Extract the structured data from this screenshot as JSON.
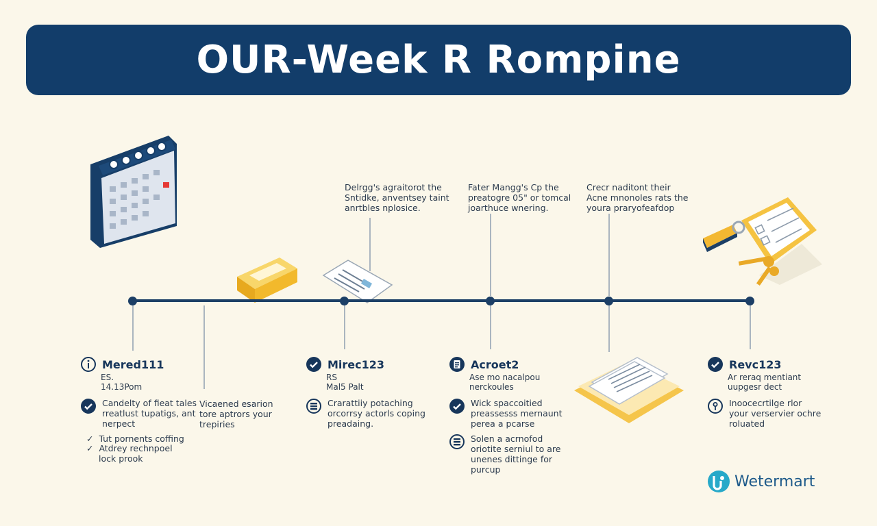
{
  "title": "OUR-Week R Rompine",
  "top_notes": [
    {
      "lines": [
        "Delrgg's agraitorot the",
        "Sntidke, anventsey taint",
        "anrtbles nplosice."
      ]
    },
    {
      "lines": [
        "Fater Mangg's Cp the",
        "preatogre 05\" or tomcal",
        "joarthuce wnering."
      ]
    },
    {
      "lines": [
        "Crecr naditont their",
        "Acne mnonoles rats the",
        "youra praryofeafdop"
      ]
    }
  ],
  "columns": [
    {
      "heading": "Mered111",
      "icon": "info-icon",
      "sub": [
        "ES.",
        "14.13Pom"
      ],
      "items": [
        {
          "icon": "check-circle-icon",
          "lines": [
            "Candelty of fieat tales",
            "rreatlust tupatigs, ant",
            "nerpect"
          ]
        }
      ],
      "ticks": [
        {
          "lines": [
            "Tut pornents coffing"
          ]
        },
        {
          "lines": [
            "Atdrey rechnpoel",
            "lock prook"
          ]
        }
      ]
    },
    {
      "heading": "",
      "icon": "",
      "sub": [],
      "items": [
        {
          "icon": "",
          "lines": [
            "Vicaened esarion",
            "tore aptrors your",
            "trepiries"
          ]
        }
      ],
      "ticks": []
    },
    {
      "heading": "Mirec123",
      "icon": "check-circle-icon",
      "sub": [
        "RS",
        "Mal5 Palt"
      ],
      "items": [
        {
          "icon": "stack-circle-icon",
          "lines": [
            "Crarattiiy potaching",
            "orcorrsy actorls coping",
            "preadaing."
          ]
        }
      ],
      "ticks": []
    },
    {
      "heading": "Acroet2",
      "icon": "document-circle-icon",
      "sub": [
        "Ase mo nacalpou",
        "nerckoules"
      ],
      "items": [
        {
          "icon": "check-circle-icon",
          "lines": [
            "Wick spaccoitied",
            "preassesss mernaunt",
            "perea a pcarse"
          ]
        },
        {
          "icon": "stack-circle-icon",
          "lines": [
            "Solen a acrnofod",
            "oriotite serniul to are",
            "unenes dittinge for",
            "purcup"
          ]
        }
      ],
      "ticks": []
    },
    {
      "heading": "Revc123",
      "icon": "check-circle-icon",
      "sub": [
        "Ar reraq mentiant",
        "uupgesr dect"
      ],
      "items": [
        {
          "icon": "pin-circle-icon",
          "lines": [
            "Inoocecrtilge rlor",
            "your verservier ochre",
            "roluated"
          ]
        }
      ],
      "ticks": []
    }
  ],
  "logo": {
    "text": "Wetermart",
    "icon": "logo-mark-icon"
  },
  "colors": {
    "navy": "#123d6a",
    "line": "#1c3f66",
    "gold": "#f5c342",
    "background": "#fbf7ea"
  }
}
